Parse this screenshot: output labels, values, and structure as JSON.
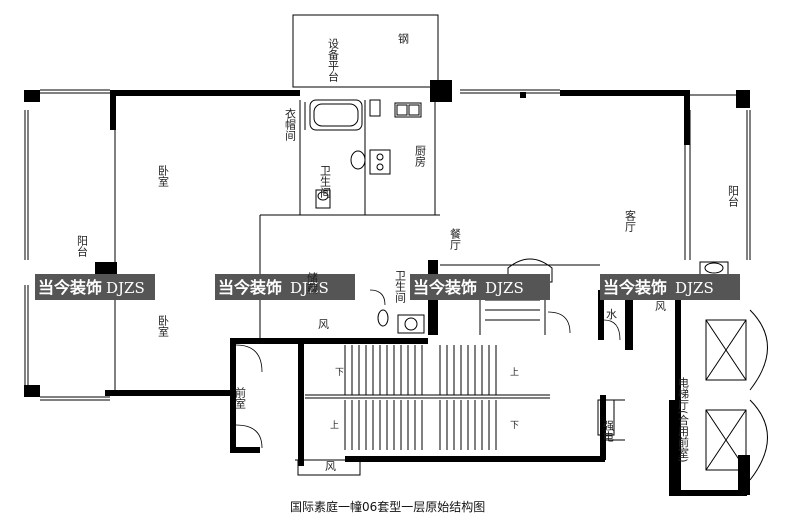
{
  "title": "国际素庭一幢06套型一层原始结构图",
  "rooms": {
    "equipment_platform": "设备平台",
    "bedroom_upper": "卧室",
    "bedroom_lower": "卧室",
    "balcony_left": "阳台",
    "balcony_right": "阳台",
    "cloakroom": "衣帽间",
    "bathroom_upper": "卫生间",
    "bathroom_lower": "卫生间",
    "kitchen": "厨房",
    "dining": "餐厅",
    "living": "客厅",
    "storage": "储藏",
    "front_room": "前室",
    "elevator_hall": "电梯厅(合用前室)",
    "water": "水",
    "electric": "强电",
    "wind_1": "风",
    "wind_2": "风",
    "wind_3": "风",
    "shaft_top": "钢"
  },
  "stairs": {
    "down_1": "下",
    "down_2": "下",
    "up_1": "上",
    "up_2": "上"
  },
  "watermark": {
    "brand": "当今装饰",
    "code": "DJZS"
  }
}
